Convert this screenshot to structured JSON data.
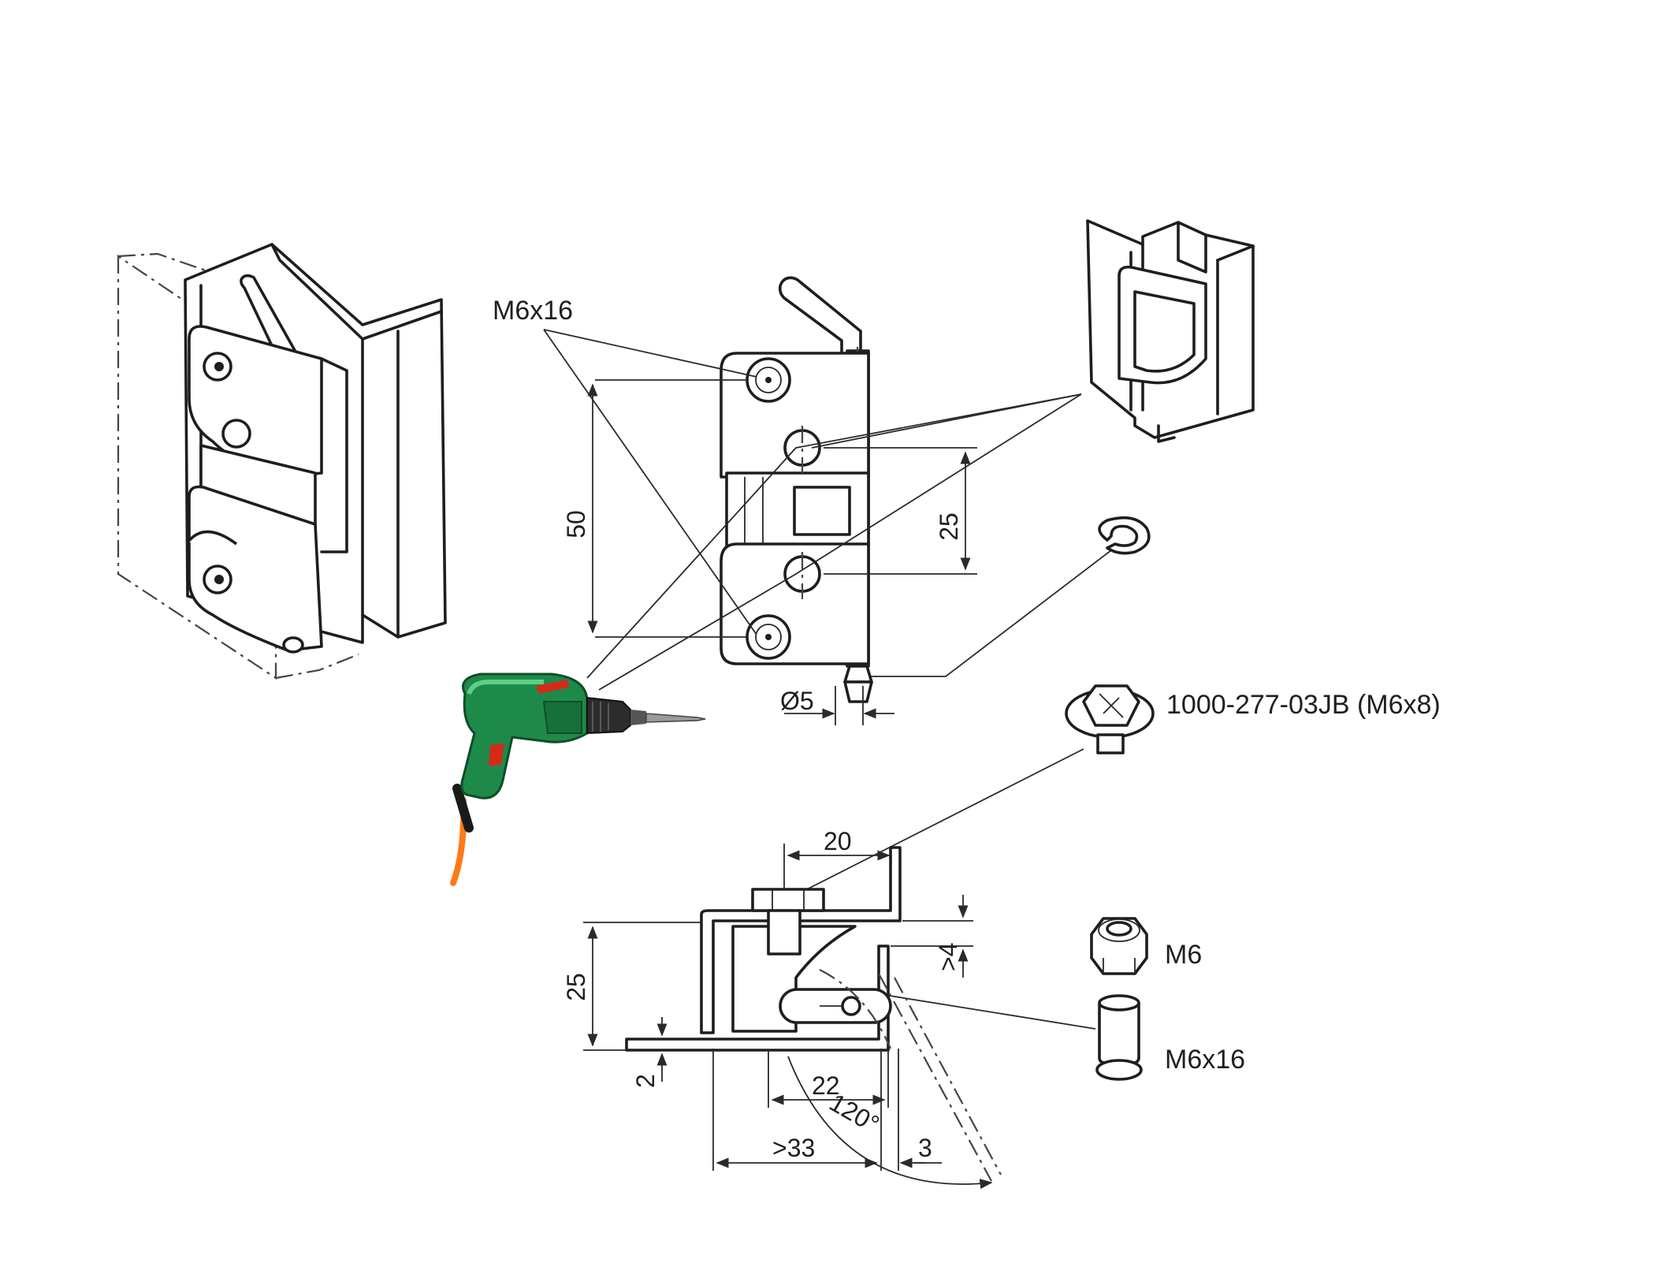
{
  "callouts": {
    "m6x16_top": "M6x16",
    "spare_part": "1000-277-03JB (M6x8)",
    "nut": "M6",
    "pin": "M6x16"
  },
  "dimensions": {
    "hole_spacing": "50",
    "mid_spacing": "25",
    "pin_dia": "Ø5",
    "width_top": "20",
    "height": "25",
    "offset": ">4",
    "thickness": "2",
    "inner_width": "22",
    "angle": "120°",
    "overall": ">33",
    "gap": "3"
  },
  "icons": {
    "drill": "power-drill-icon"
  }
}
